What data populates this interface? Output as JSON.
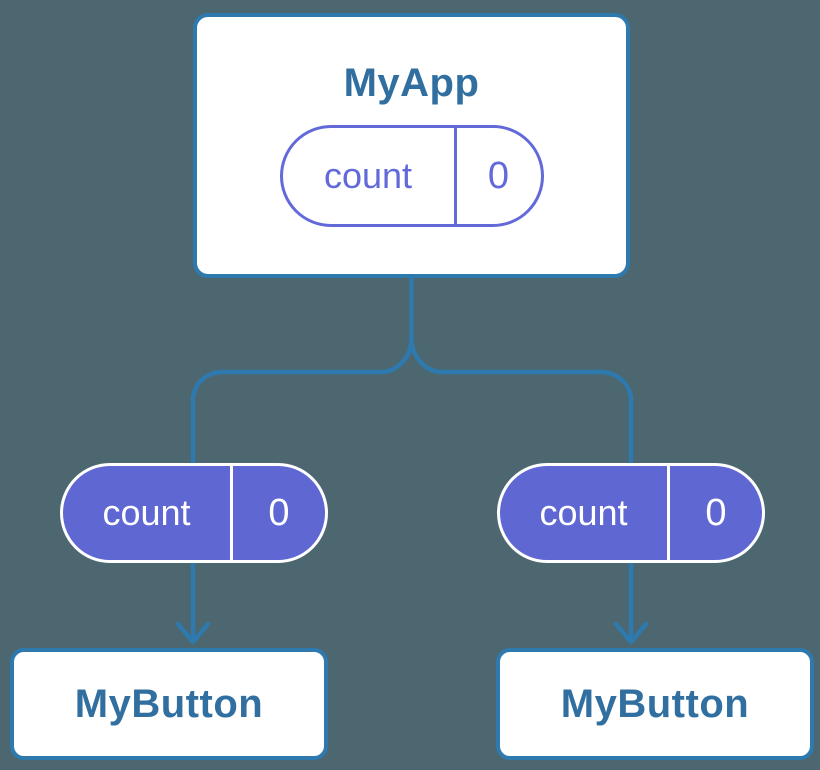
{
  "colors": {
    "background": "#4D6770",
    "connector_blue": "#2E79AE",
    "component_title_blue": "#316FA0",
    "state_fill_purple": "#5F68D2",
    "state_outline_purple": "#6269D8",
    "card_white": "#FFFFFF"
  },
  "diagram": {
    "root": {
      "title": "MyApp",
      "state": {
        "name": "count",
        "value": "0"
      }
    },
    "children": [
      {
        "title": "MyButton",
        "state": {
          "name": "count",
          "value": "0"
        }
      },
      {
        "title": "MyButton",
        "state": {
          "name": "count",
          "value": "0"
        }
      }
    ]
  }
}
